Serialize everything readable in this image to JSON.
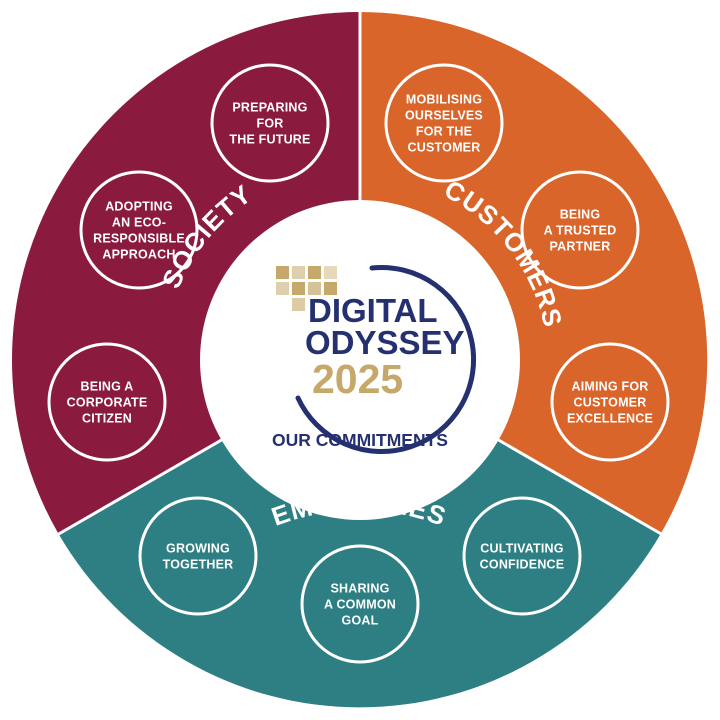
{
  "colors": {
    "society": "#8A1B3F",
    "customers": "#D9652A",
    "employees": "#2E7F84",
    "navy": "#24306F",
    "gold": "#C6A86B",
    "white": "#FFFFFF"
  },
  "segments": {
    "society": {
      "label": "SOCIETY",
      "items": [
        [
          "PREPARING",
          "FOR",
          "THE FUTURE"
        ],
        [
          "ADOPTING",
          "AN ECO-",
          "RESPONSIBLE",
          "APPROACH"
        ],
        [
          "BEING A",
          "CORPORATE",
          "CITIZEN"
        ]
      ]
    },
    "customers": {
      "label": "CUSTOMERS",
      "items": [
        [
          "MOBILISING",
          "OURSELVES",
          "FOR THE",
          "CUSTOMER"
        ],
        [
          "BEING",
          "A TRUSTED",
          "PARTNER"
        ],
        [
          "AIMING FOR",
          "CUSTOMER",
          "EXCELLENCE"
        ]
      ]
    },
    "employees": {
      "label": "EMPLOYEES",
      "items": [
        [
          "GROWING",
          "TOGETHER"
        ],
        [
          "SHARING",
          "A COMMON",
          "GOAL"
        ],
        [
          "CULTIVATING",
          "CONFIDENCE"
        ]
      ]
    }
  },
  "logo": {
    "line1": "DIGITAL",
    "line2": "ODYSSEY",
    "year": "2025"
  },
  "center_caption": "OUR COMMITMENTS"
}
